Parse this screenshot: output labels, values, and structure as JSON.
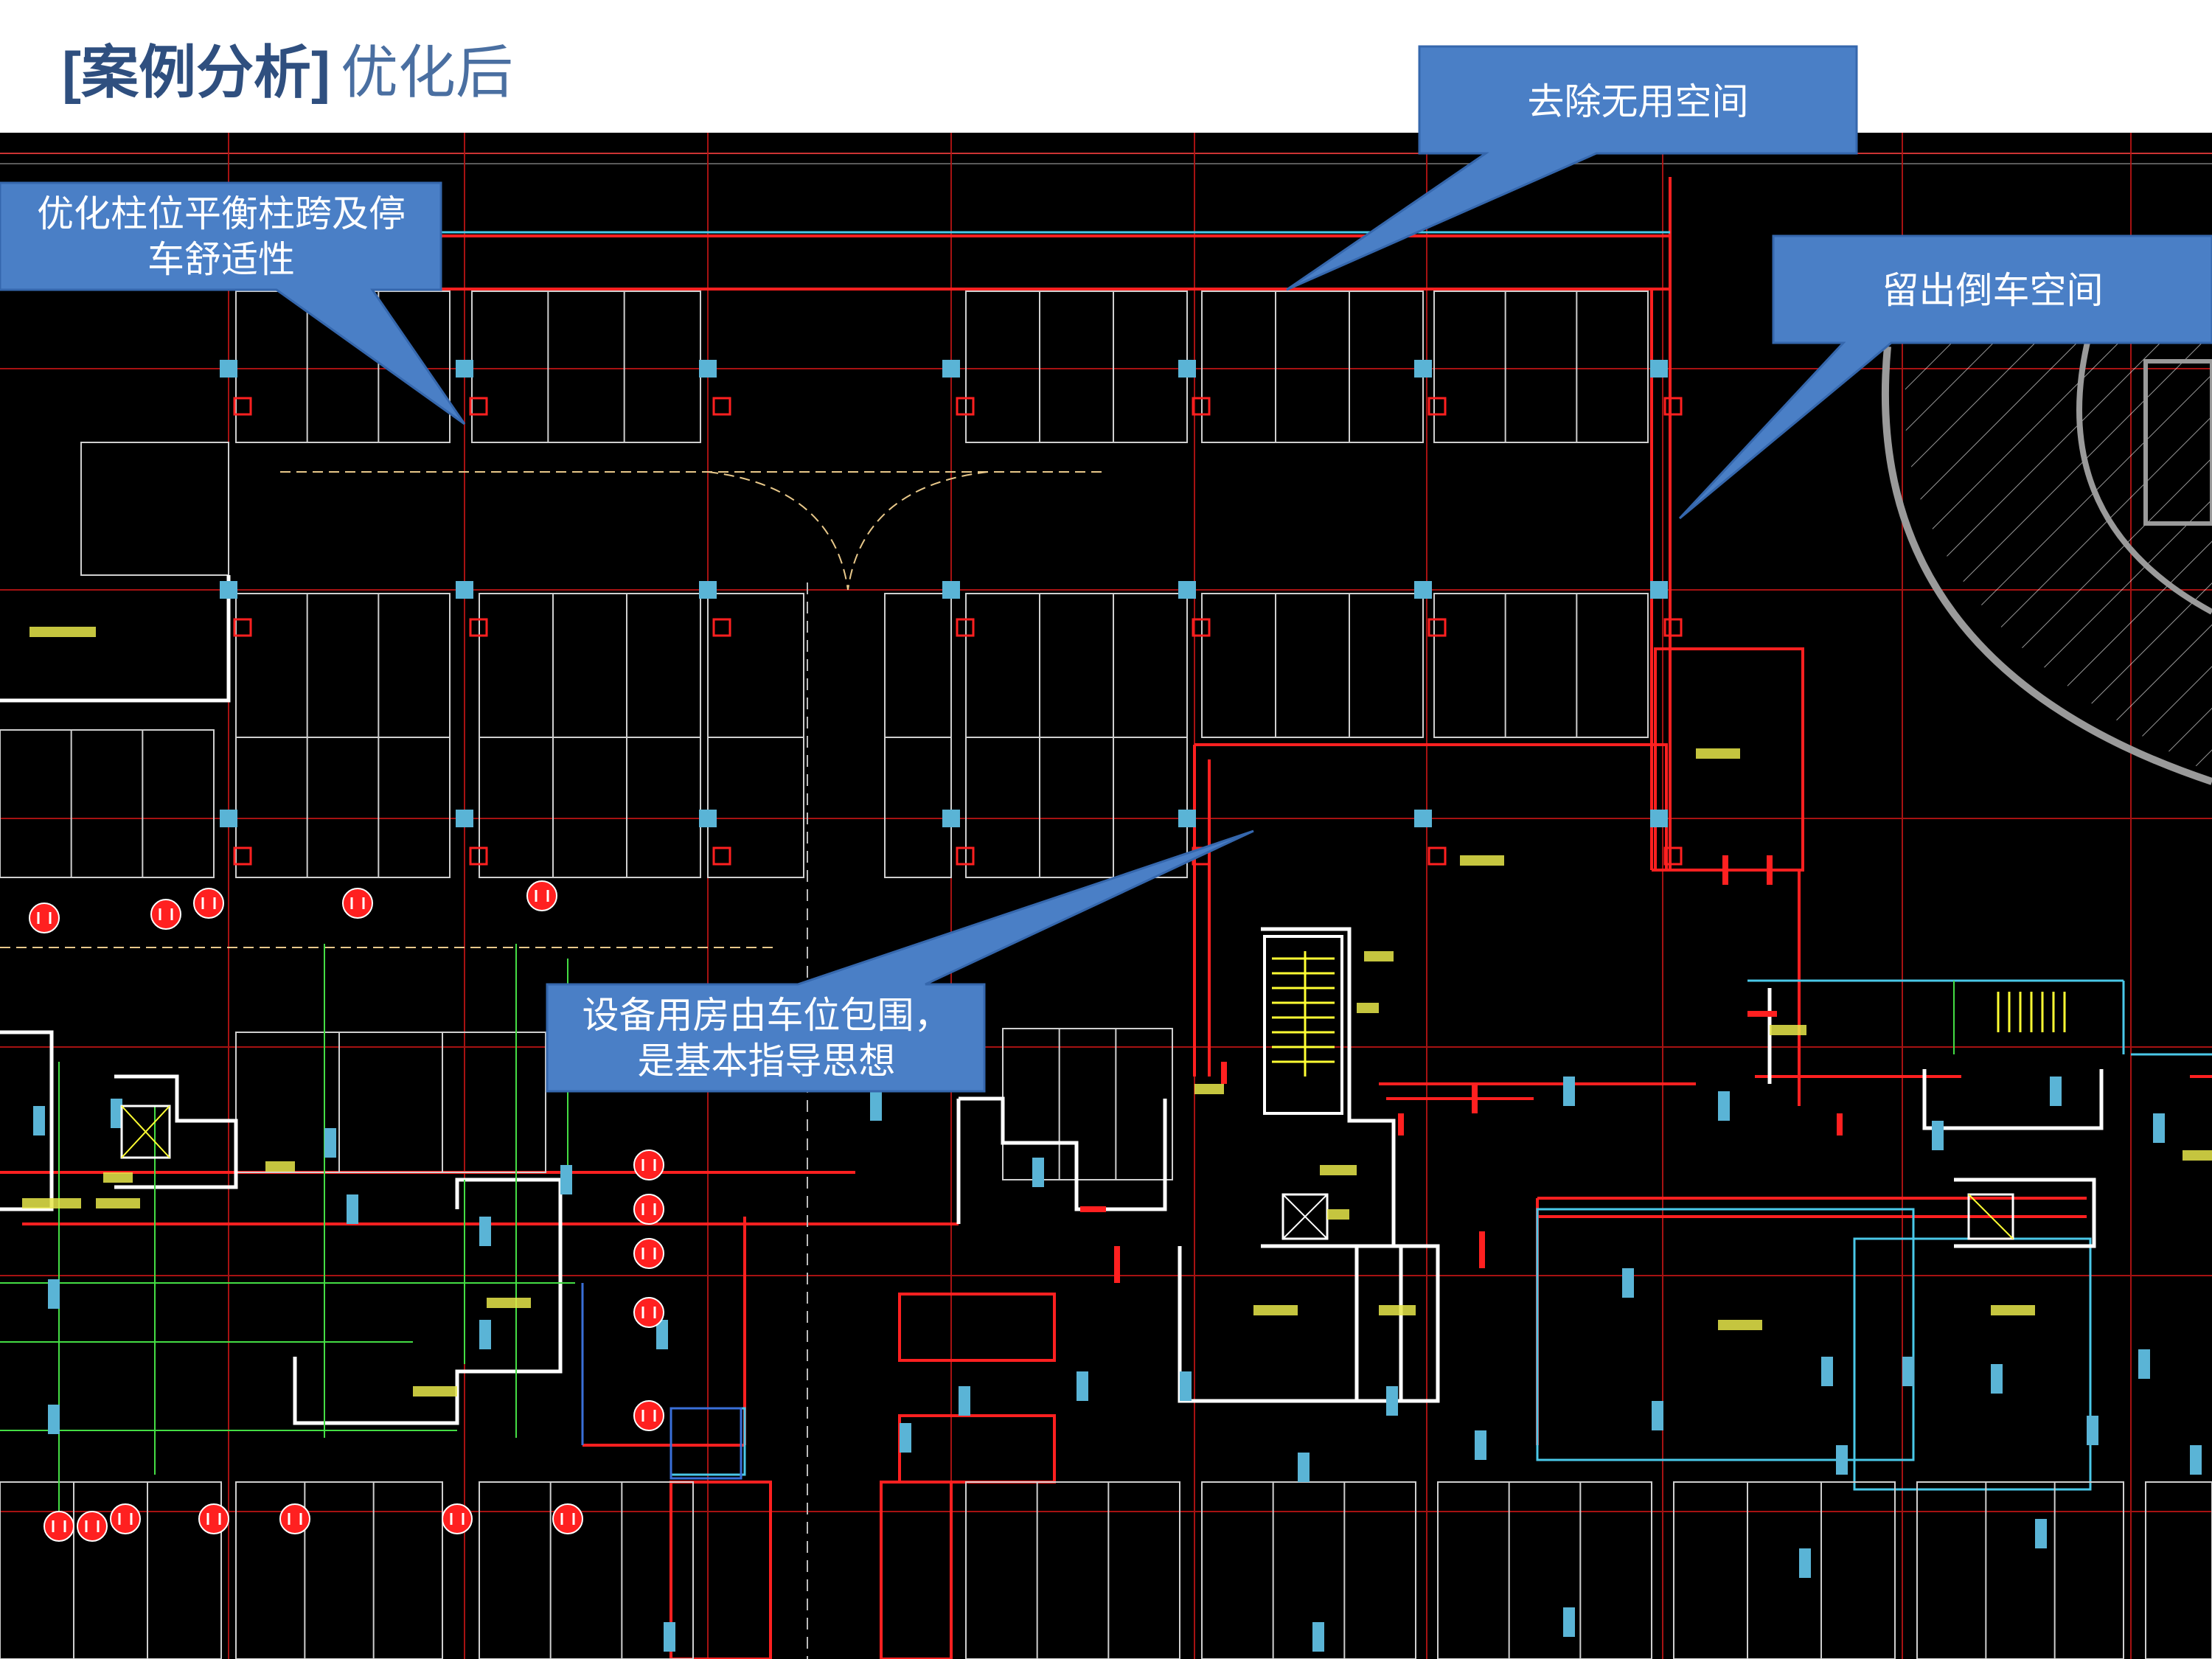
{
  "title": {
    "bracket": "[案例分析]",
    "main": "优化后"
  },
  "callouts": {
    "column": "优化柱位平衡柱跨及停车舒适性",
    "remove": "去除无用空间",
    "reverse": "留出倒车空间",
    "equipment": "设备用房由车位包围，是基本指导思想"
  },
  "colors": {
    "cad_background": "#000000",
    "callout_fill": "#4a7fc6",
    "callout_border": "#3567ad",
    "wall_red": "#ff2020",
    "wall_white": "#ffffff",
    "grid_red": "#d01010",
    "column_cyan": "#5ab4d6",
    "label_yellow": "#ffff33",
    "dim_green": "#44dd44"
  }
}
